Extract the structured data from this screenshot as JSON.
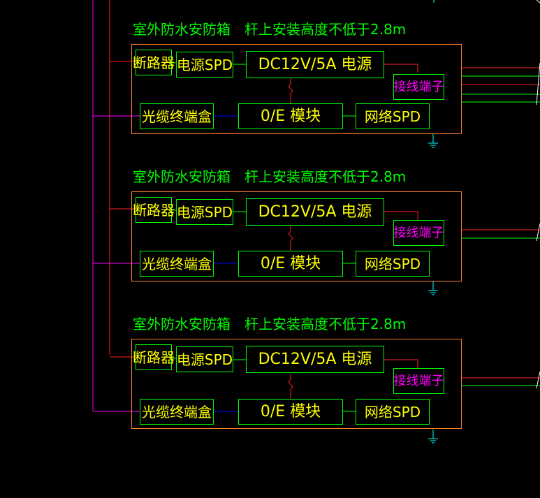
{
  "colors": {
    "background": "#000000",
    "box_border": "#00ff00",
    "enclosure_border": "#ff7f27",
    "title_text": "#00ff00",
    "component_text": "#ffff00",
    "terminal_text": "#ff00ff",
    "power_wire": "#ff2020",
    "fiber_wire": "#ff00ff",
    "network_wire": "#0000ff",
    "signal_wire": "#00ff00",
    "ground_symbol": "#00ffff"
  },
  "cabinets": [
    {
      "title": "室外防水安防箱　杆上安装高度不低于2.8m",
      "breaker": "断路器",
      "power_spd": "电源SPD",
      "power_supply": "DC12V/5A 电源",
      "terminal": "接线端子",
      "fiber_box": "光缆终端盒",
      "oe_module": "0/E 模块",
      "network_spd": "网络SPD",
      "ground_icon": "ground-icon"
    },
    {
      "title": "室外防水安防箱　杆上安装高度不低于2.8m",
      "breaker": "断路器",
      "power_spd": "电源SPD",
      "power_supply": "DC12V/5A 电源",
      "terminal": "接线端子",
      "fiber_box": "光缆终端盒",
      "oe_module": "0/E 模块",
      "network_spd": "网络SPD",
      "ground_icon": "ground-icon"
    },
    {
      "title": "室外防水安防箱　杆上安装高度不低于2.8m",
      "breaker": "断路器",
      "power_spd": "电源SPD",
      "power_supply": "DC12V/5A 电源",
      "terminal": "接线端子",
      "fiber_box": "光缆终端盒",
      "oe_module": "0/E 模块",
      "network_spd": "网络SPD",
      "ground_icon": "ground-icon"
    }
  ]
}
